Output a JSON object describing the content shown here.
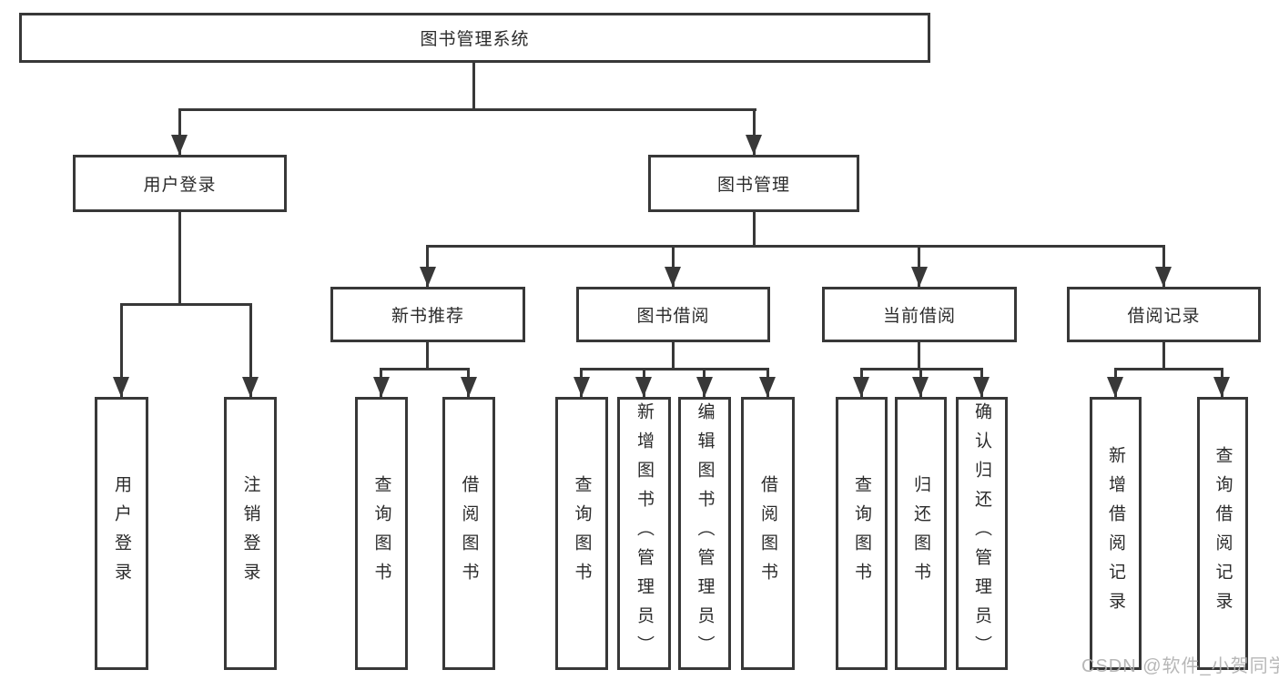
{
  "diagram": {
    "root": {
      "label": "图书管理系统"
    },
    "branches": [
      {
        "label": "用户登录",
        "children": [
          {
            "label": "用户登录"
          },
          {
            "label": "注销登录"
          }
        ]
      },
      {
        "label": "图书管理",
        "children": [
          {
            "label": "新书推荐",
            "children": [
              {
                "label": "查询图书"
              },
              {
                "label": "借阅图书"
              }
            ]
          },
          {
            "label": "图书借阅",
            "children": [
              {
                "label": "查询图书"
              },
              {
                "label": "新增图书（管理员）"
              },
              {
                "label": "编辑图书（管理员）"
              },
              {
                "label": "借阅图书"
              }
            ]
          },
          {
            "label": "当前借阅",
            "children": [
              {
                "label": "查询图书"
              },
              {
                "label": "归还图书"
              },
              {
                "label": "确认归还（管理员）"
              }
            ]
          },
          {
            "label": "借阅记录",
            "children": [
              {
                "label": "新增借阅记录"
              },
              {
                "label": "查询借阅记录"
              }
            ]
          }
        ]
      }
    ],
    "watermark": "CSDN @软件_小贺同学",
    "colors": {
      "line": "#383838",
      "border": "#383838",
      "text": "#2b2b2b",
      "background": "#ffffff",
      "watermark": "#afafaf"
    }
  }
}
